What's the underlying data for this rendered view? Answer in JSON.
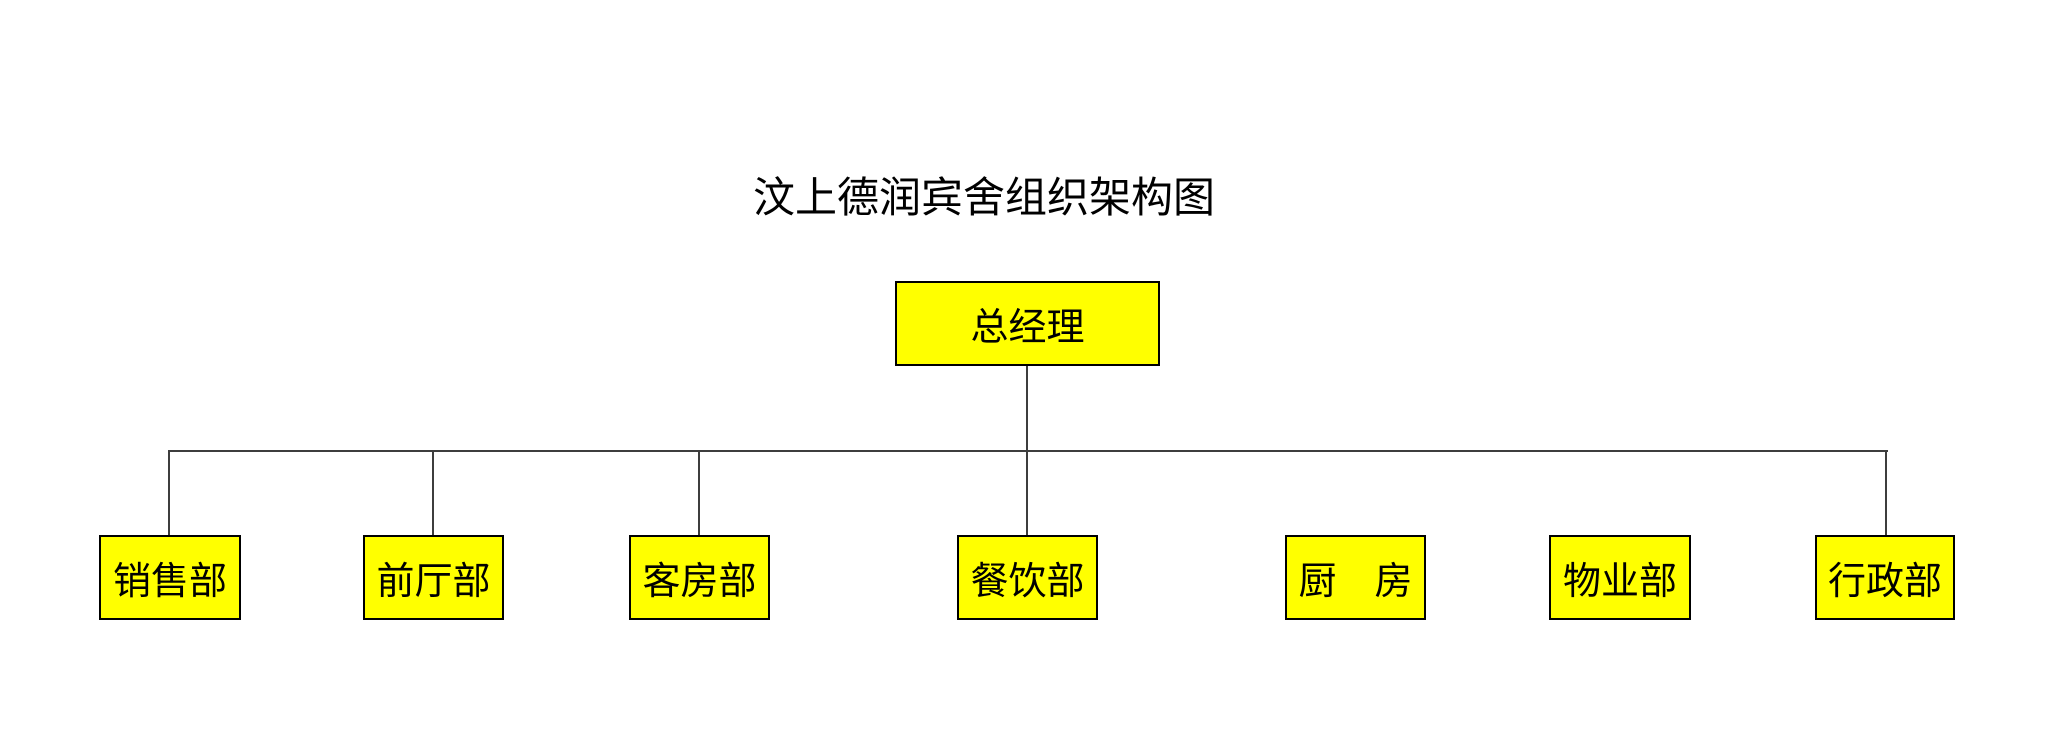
{
  "title": "汶上德润宾舍组织架构图",
  "org_chart": {
    "root": {
      "label": "总经理"
    },
    "departments": [
      {
        "label": "销售部"
      },
      {
        "label": "前厅部"
      },
      {
        "label": "客房部"
      },
      {
        "label": "餐饮部"
      },
      {
        "label": "厨　房"
      },
      {
        "label": "物业部"
      },
      {
        "label": "行政部"
      }
    ]
  },
  "colors": {
    "background": "#ffffff",
    "box_fill": "#ffff00",
    "box_border": "#000000",
    "connector": "#3d3d3d",
    "text": "#000000"
  }
}
